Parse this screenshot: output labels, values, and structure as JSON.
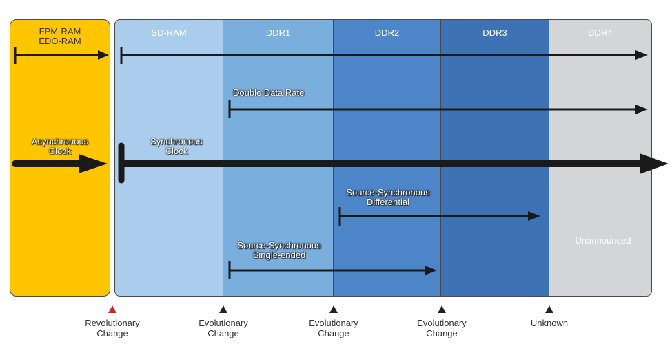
{
  "columns": [
    {
      "id": "fpm",
      "label": "FPM-RAM\nEDO-RAM",
      "color": "#ffc600"
    },
    {
      "id": "sdram",
      "label": "SD-RAM",
      "color": "#aacdee"
    },
    {
      "id": "ddr1",
      "label": "DDR1",
      "color": "#7aaedd"
    },
    {
      "id": "ddr2",
      "label": "DDR2",
      "color": "#4d86c8"
    },
    {
      "id": "ddr3",
      "label": "DDR3",
      "color": "#3d73b4"
    },
    {
      "id": "ddr4",
      "label": "DDR4",
      "color": "#d4d5d6"
    }
  ],
  "annotations": {
    "async": "Asynchronous\nClock",
    "sync": "Synchronous\nClock",
    "ddr": "Double Data Rate",
    "ssd": "Source-Synchronous\nDifferential",
    "sss": "Source-Synchronous\nSingle-ended",
    "unannounced": "Unannounced"
  },
  "markers": [
    {
      "label": "Revolutionary\nChange",
      "color": "#e02020"
    },
    {
      "label": "Evolutionary\nChange",
      "color": "#222222"
    },
    {
      "label": "Evolutionary\nChange",
      "color": "#222222"
    },
    {
      "label": "Evolutionary\nChange",
      "color": "#222222"
    },
    {
      "label": "Unknown",
      "color": "#222222"
    }
  ]
}
